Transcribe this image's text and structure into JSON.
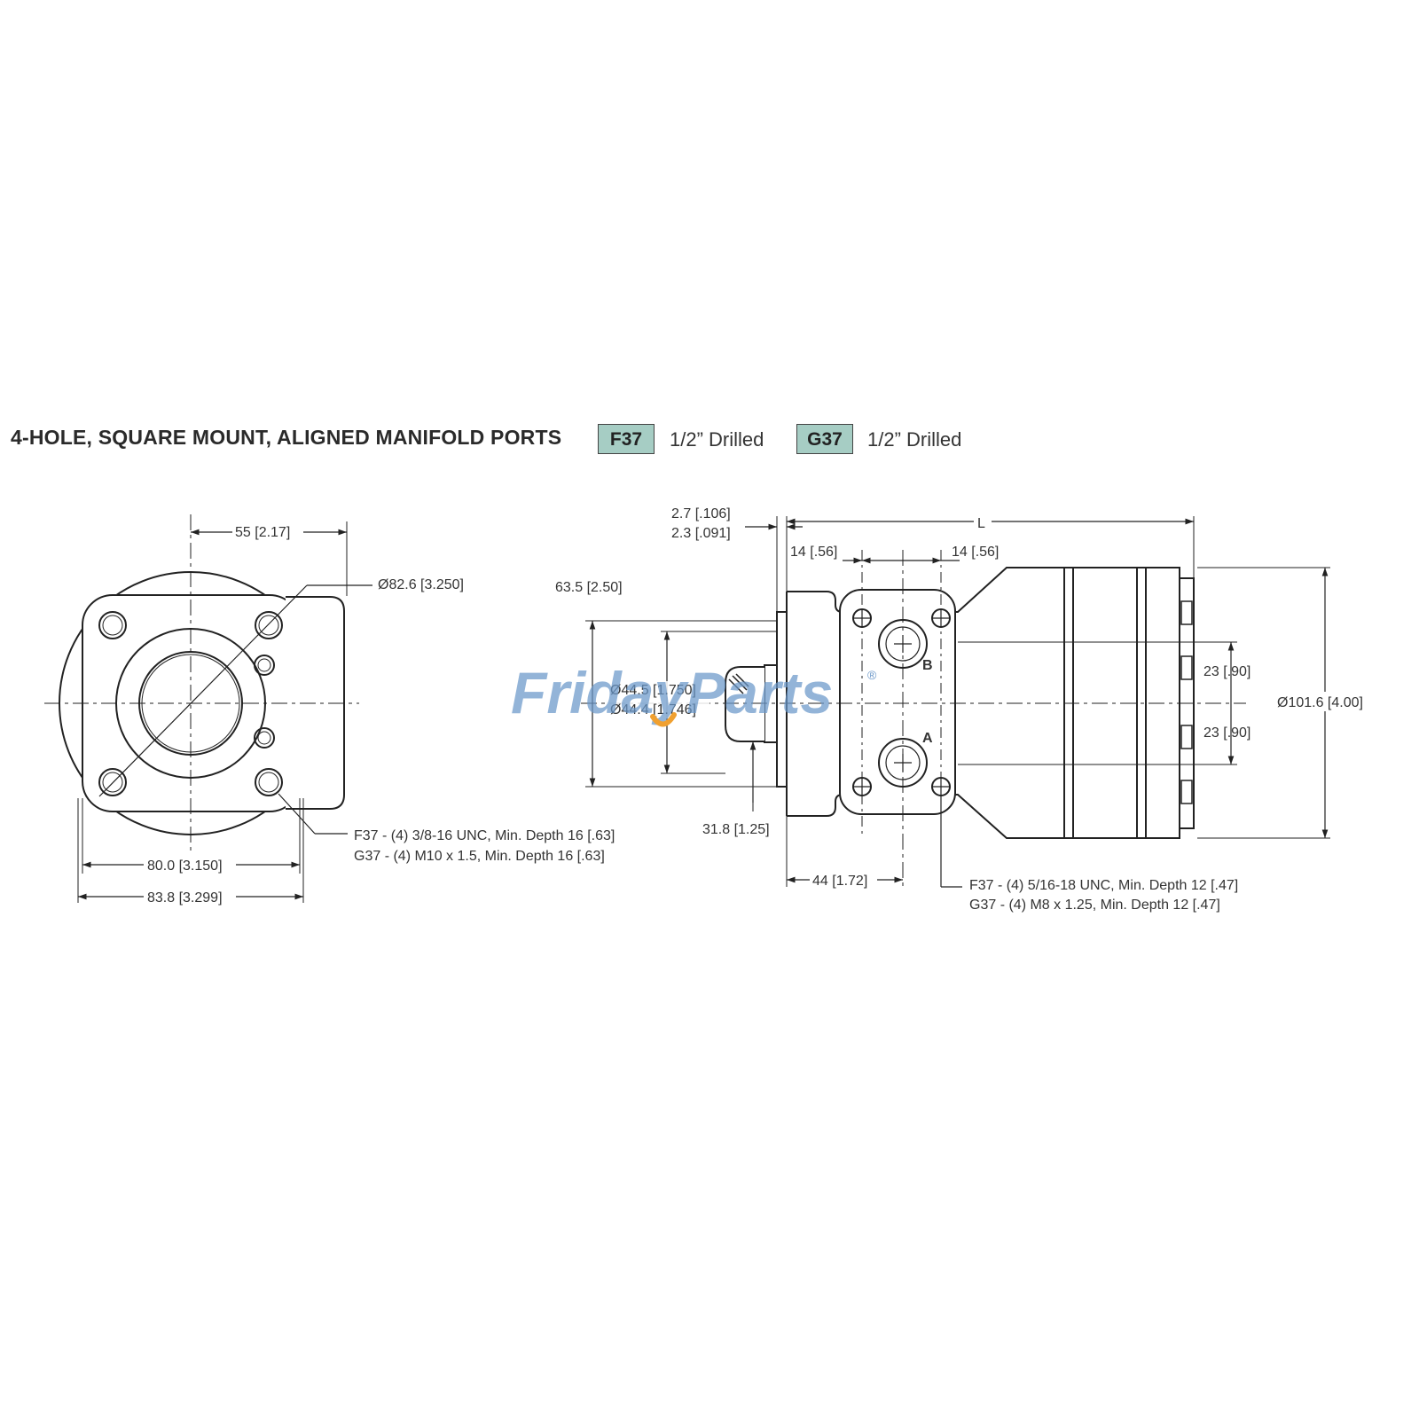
{
  "header": {
    "title": "4-HOLE, SQUARE MOUNT, ALIGNED MANIFOLD PORTS",
    "codes": [
      {
        "code": "F37",
        "desc": "1/2” Drilled"
      },
      {
        "code": "G37",
        "desc": "1/2” Drilled"
      }
    ]
  },
  "front_view": {
    "dim_top": "55 [2.17]",
    "dim_dia": "Ø82.6 [3.250]",
    "note_f37": "F37 -  (4) 3/8-16 UNC, Min. Depth 16 [.63]",
    "note_g37": "G37 -  (4) M10 x 1.5, Min. Depth 16 [.63]",
    "dim_80": "80.0 [3.150]",
    "dim_83": "83.8 [3.299]"
  },
  "side_view": {
    "dim_27": "2.7 [.106]",
    "dim_23": "2.3 [.091]",
    "dim_L": "L",
    "dim_14a": "14 [.56]",
    "dim_14b": "14 [.56]",
    "dim_635": "63.5 [2.50]",
    "dim_445a": "Ø44.5 [1.750]",
    "dim_445b": "Ø44.4 [1.746]",
    "port_b": "B",
    "port_a": "A",
    "dim_23_90a": "23 [.90]",
    "dim_23_90b": "23 [.90]",
    "dim_1016": "Ø101.6 [4.00]",
    "dim_318": "31.8 [1.25]",
    "dim_44": "44 [1.72]",
    "note_f37": "F37 -  (4) 5/16-18 UNC, Min. Depth 12 [.47]",
    "note_g37": "G37 -  (4) M8 x 1.25, Min. Depth 12 [.47]"
  },
  "watermark": {
    "part1": "Friday",
    "part2": "Parts",
    "reg": "®",
    "color_blue": "#6a97c9",
    "color_orange": "#f0a030"
  }
}
